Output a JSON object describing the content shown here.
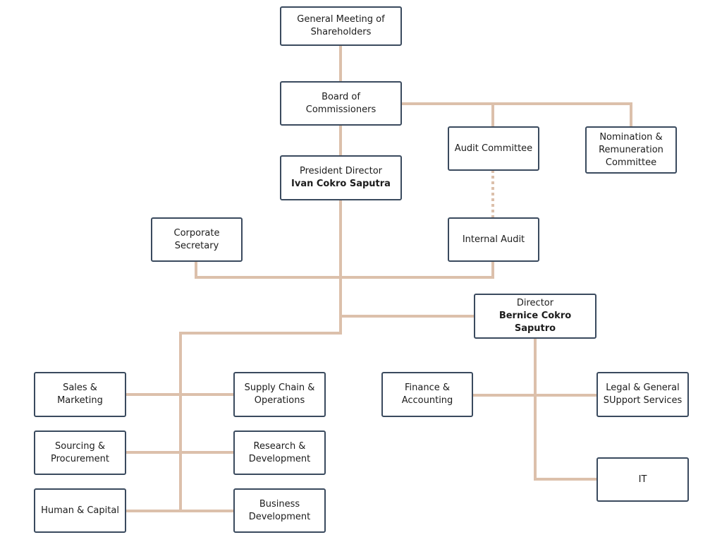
{
  "colors": {
    "connector": "#dcc0ab",
    "node_border": "#3a4a5e",
    "text": "#1c1c1c"
  },
  "org_chart": {
    "general_meeting": {
      "line1": "General Meeting of",
      "line2": "Shareholders"
    },
    "board_of_commissioners": {
      "line1": "Board of Commissioners"
    },
    "audit_committee": {
      "line1": "Audit Committee"
    },
    "nomination_remuneration": {
      "line1": "Nomination &",
      "line2": "Remuneration",
      "line3": "Committee"
    },
    "president_director": {
      "title": "President Director",
      "name": "Ivan Cokro Saputra"
    },
    "corporate_secretary": {
      "line1": "Corporate",
      "line2": "Secretary"
    },
    "internal_audit": {
      "line1": "Internal Audit"
    },
    "director": {
      "title": "Director",
      "name": "Bernice Cokro Saputro"
    },
    "sales_marketing": {
      "line1": "Sales & Marketing"
    },
    "supply_chain": {
      "line1": "Supply Chain &",
      "line2": "Operations"
    },
    "sourcing_procurement": {
      "line1": "Sourcing &",
      "line2": "Procurement"
    },
    "research_development": {
      "line1": "Research &",
      "line2": "Development"
    },
    "human_capital": {
      "line1": "Human & Capital"
    },
    "business_development": {
      "line1": "Business",
      "line2": "Development"
    },
    "finance_accounting": {
      "line1": "Finance &",
      "line2": "Accounting"
    },
    "legal_general": {
      "line1": "Legal & General",
      "line2": "SUpport Services"
    },
    "it": {
      "line1": "IT"
    }
  }
}
